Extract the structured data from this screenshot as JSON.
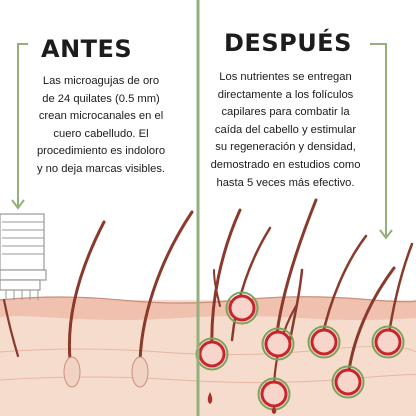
{
  "before": {
    "heading": "ANTES",
    "text": "Las microagujas de oro de 24 quilates (0.5 mm) crean microcanales en el cuero cabelludo. El procedimiento es indoloro y no deja marcas visibles."
  },
  "after": {
    "heading": "DESPUÉS",
    "text": "Los nutrientes se entregan directamente a los folículos capilares para combatir la caída del cabello y estimular su regeneración y densidad, demostrado en estudios como hasta 5 veces más efectivo."
  },
  "colors": {
    "arrow_green": "#93b07c",
    "divider_green": "#93b07c",
    "skin_pink": "#f5dccd",
    "skin_surface": "#ecb8a6",
    "hair_brown": "#8a3a2c",
    "ring_red": "#c8262f",
    "ring_green": "#7ca35c",
    "text_dark": "#1d1b1b"
  },
  "icons": [
    "arrow-down-left-icon",
    "arrow-down-right-icon",
    "microneedle-device-icon",
    "hair-follicle-icon",
    "nutrient-ring-icon"
  ]
}
